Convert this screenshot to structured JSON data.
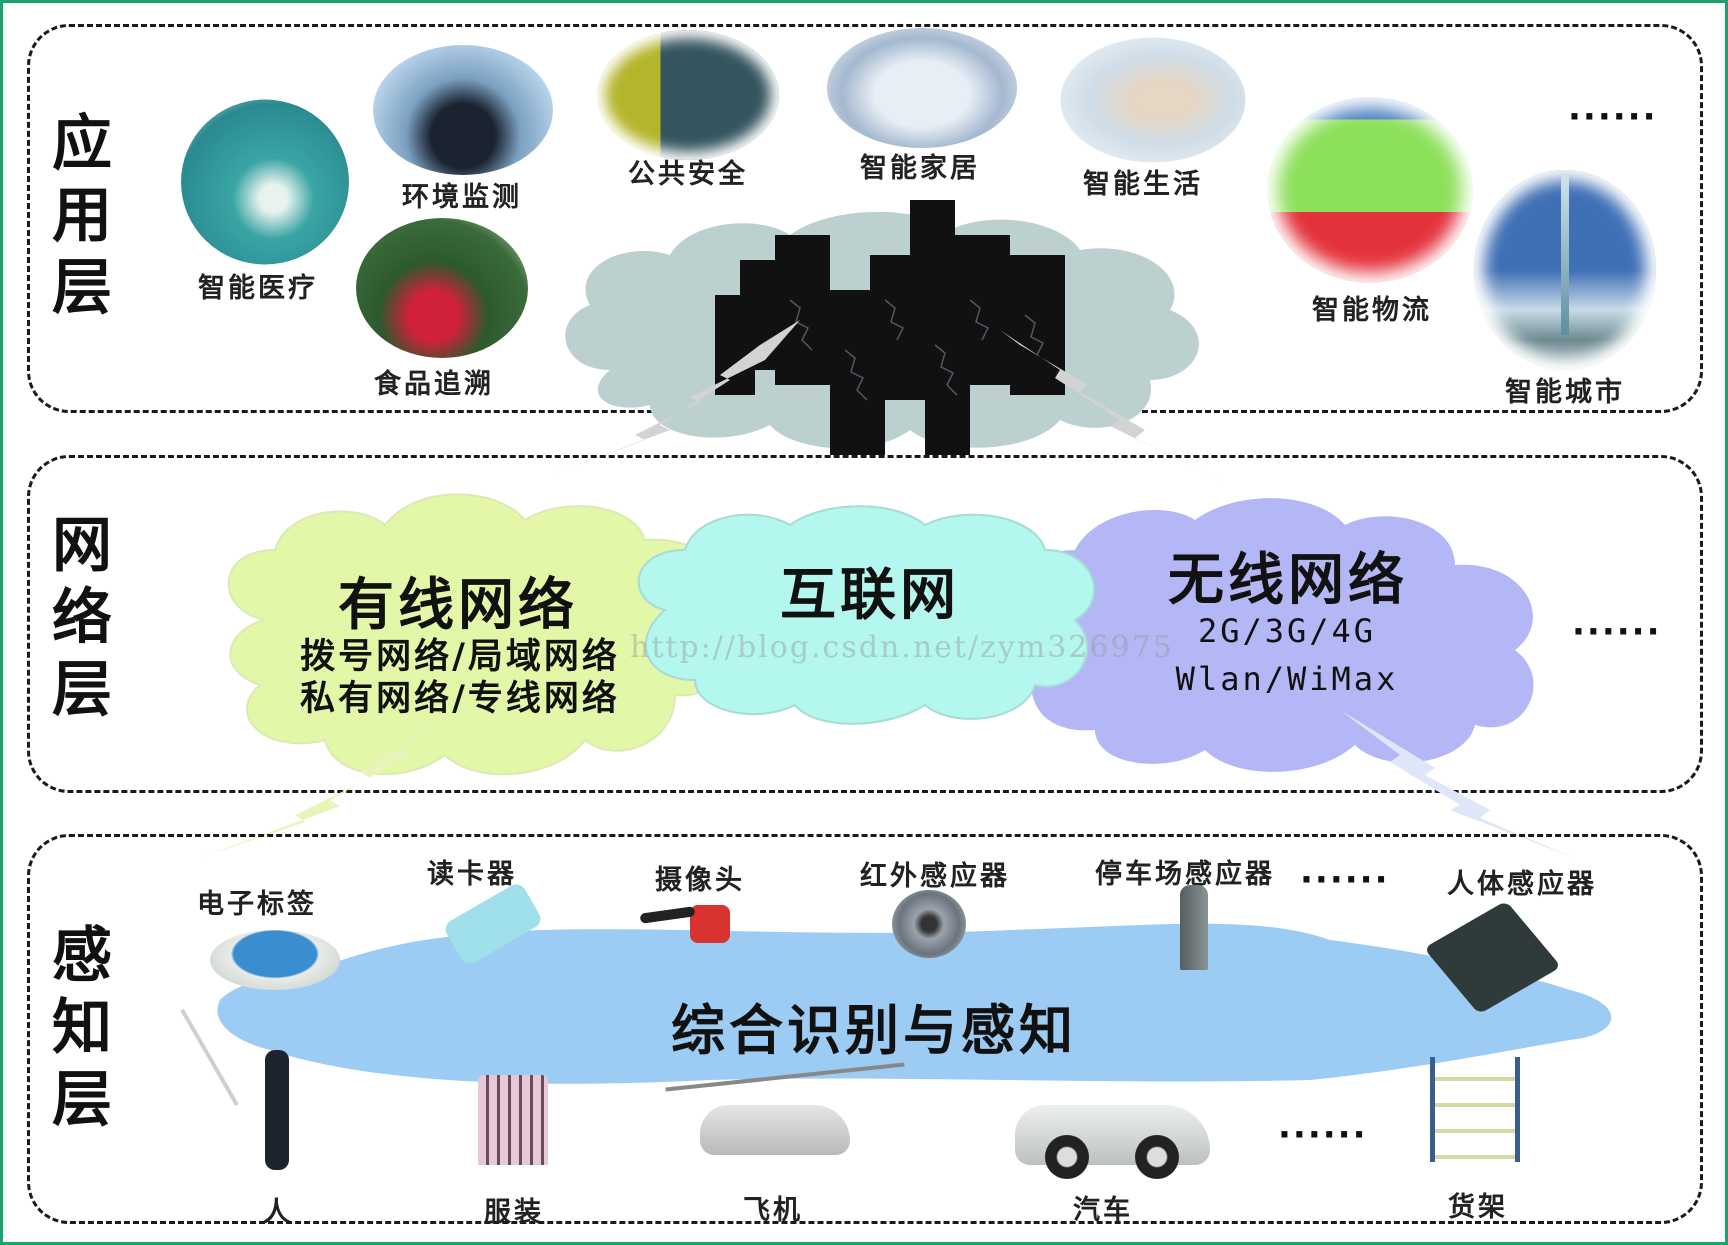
{
  "layers": {
    "application": {
      "title": "应用层",
      "items": [
        {
          "label": "智能医疗",
          "icon": "surgery-photo"
        },
        {
          "label": "环境监测",
          "icon": "business-people-photo"
        },
        {
          "label": "食品追溯",
          "icon": "vegetables-photo"
        },
        {
          "label": "公共安全",
          "icon": "security-door-photo"
        },
        {
          "label": "智能家居",
          "icon": "house-photo"
        },
        {
          "label": "智能生活",
          "icon": "people-computer-photo"
        },
        {
          "label": "智能物流",
          "icon": "shipping-containers-photo"
        },
        {
          "label": "智能城市",
          "icon": "skyscraper-city-photo"
        }
      ],
      "more": "······",
      "center_icon": "server-cloud"
    },
    "network": {
      "title": "网络层",
      "wired": {
        "title": "有线网络",
        "line1": "拨号网络/局域网络",
        "line2": "私有网络/专线网络",
        "color": "#e3f7a8"
      },
      "internet": {
        "title": "互联网",
        "color": "#b3f7ee"
      },
      "wireless": {
        "title": "无线网络",
        "line1": "2G/3G/4G",
        "line2": "Wlan/WiMax",
        "color": "#b4b7f5"
      },
      "more": "······"
    },
    "perception": {
      "title": "感知层",
      "center_text": "综合识别与感知",
      "lake_color": "#9ccbf3",
      "top_items": [
        {
          "label": "电子标签",
          "icon": "rfid-tag"
        },
        {
          "label": "读卡器",
          "icon": "usb-card-reader"
        },
        {
          "label": "摄像头",
          "icon": "camera"
        },
        {
          "label": "红外感应器",
          "icon": "infrared-sensor"
        },
        {
          "label": "停车场感应器",
          "icon": "parking-sensor"
        },
        {
          "label": "人体感应器",
          "icon": "body-sensor"
        }
      ],
      "bottom_items": [
        {
          "label": "人",
          "icon": "golfer-person"
        },
        {
          "label": "服装",
          "icon": "striped-shirt"
        },
        {
          "label": "飞机",
          "icon": "helicopter"
        },
        {
          "label": "汽车",
          "icon": "convertible-car"
        },
        {
          "label": "货架",
          "icon": "shelf-rack"
        }
      ],
      "more_top": "······",
      "more_bottom": "······"
    }
  },
  "watermark": "http://blog.csdn.net/zym326975",
  "frame_color": "#1aa36a"
}
